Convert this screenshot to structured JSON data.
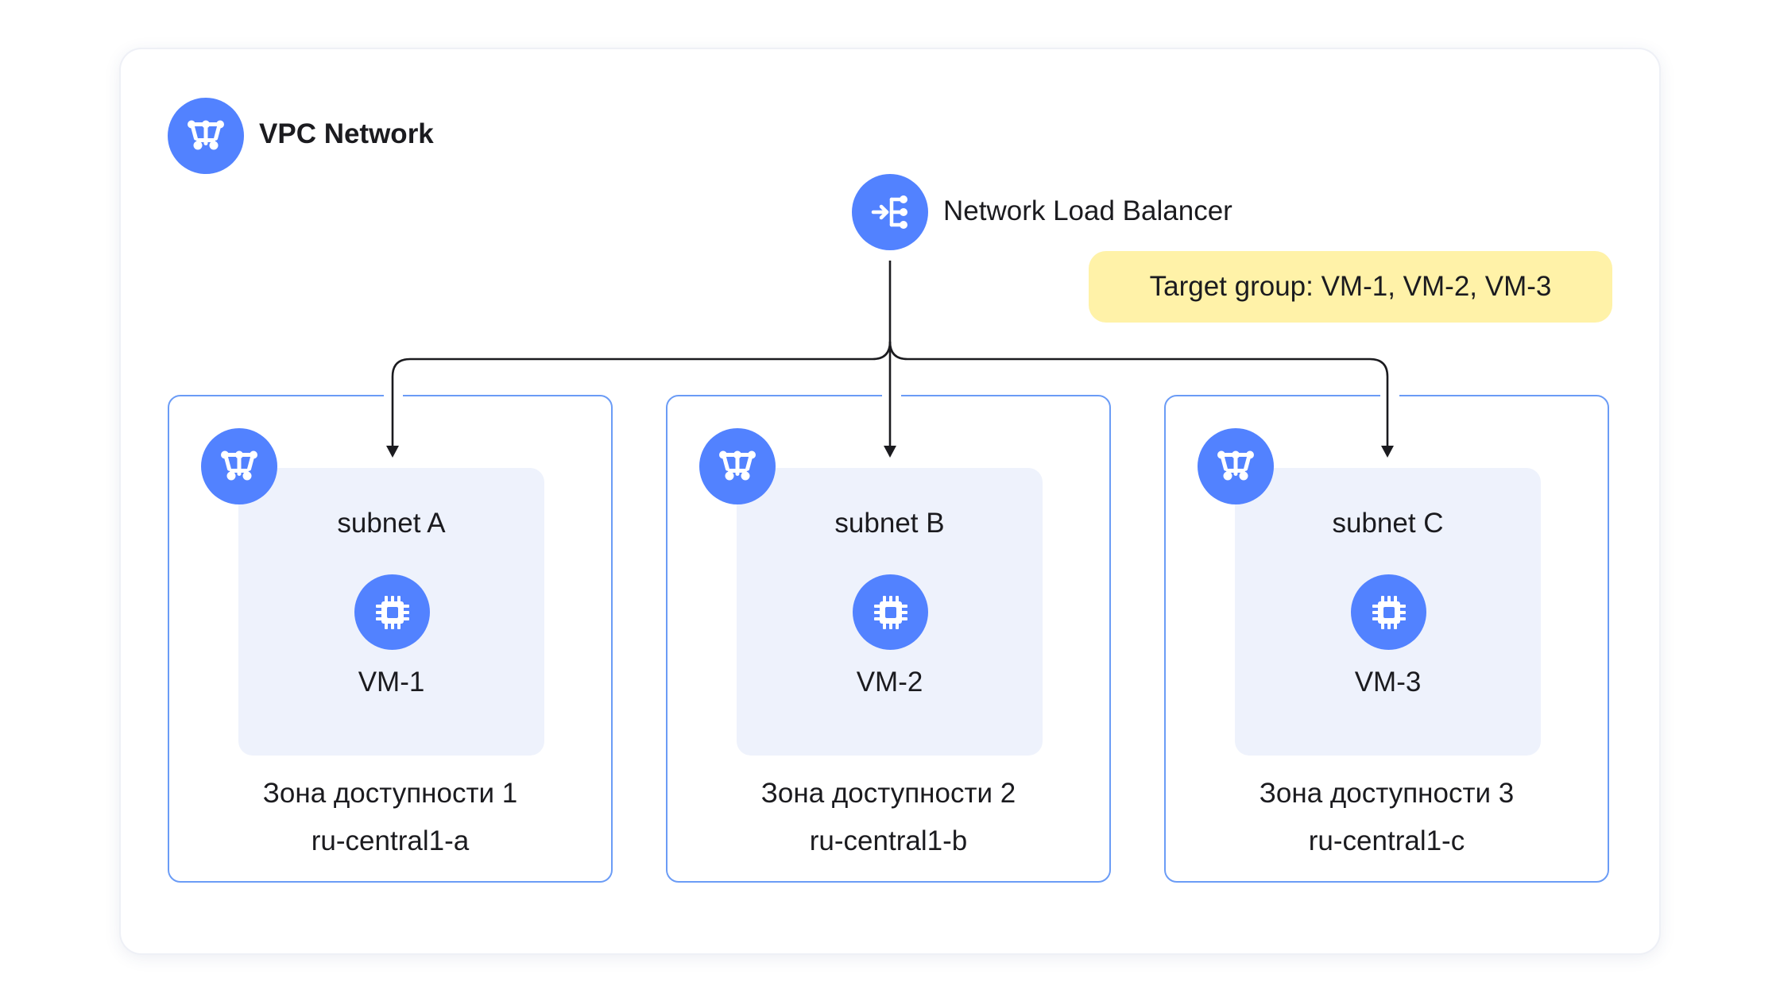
{
  "vpc": {
    "title": "VPC Network",
    "icon": "vpc-network-icon"
  },
  "balancer": {
    "title": "Network Load Balancer",
    "icon": "load-balancer-icon"
  },
  "target_group": {
    "label": "Target group: VM-1, VM-2, VM-3"
  },
  "zones": [
    {
      "subnet": "subnet A",
      "vm": "VM-1",
      "zone_name": "Зона доступности 1",
      "zone_id": "ru-central1-a"
    },
    {
      "subnet": "subnet B",
      "vm": "VM-2",
      "zone_name": "Зона доступности 2",
      "zone_id": "ru-central1-b"
    },
    {
      "subnet": "subnet C",
      "vm": "VM-3",
      "zone_name": "Зона доступности 3",
      "zone_id": "ru-central1-c"
    }
  ],
  "colors": {
    "icon_blue": "#5282ff",
    "zone_border": "#6b9cf6",
    "subnet_fill": "#eef2fc",
    "target_fill": "#fff2a8",
    "line": "#1b1b1f"
  }
}
